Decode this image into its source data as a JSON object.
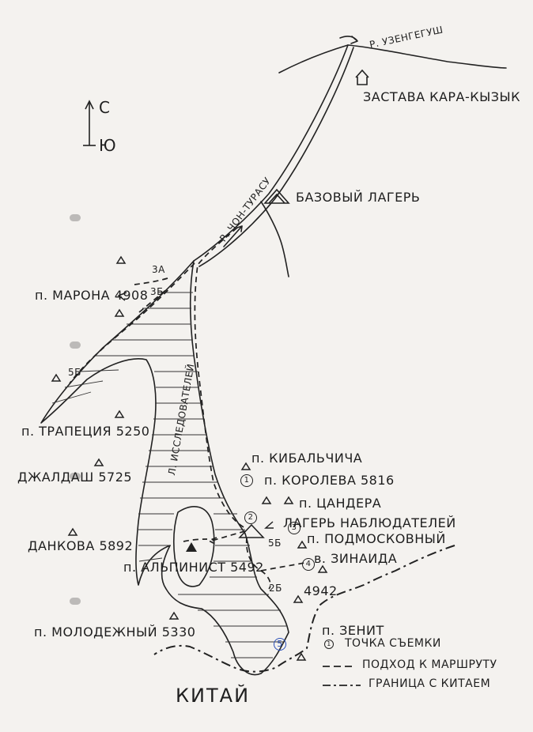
{
  "compass": {
    "north": "С",
    "south": "Ю"
  },
  "rivers": {
    "uzengegush": "р. Узенгегуш",
    "chon_turasu": "р. Чон-Турасу"
  },
  "glacier": {
    "label": "л. Исследователей"
  },
  "places": {
    "zastava": "ЗАСТАВА КАРА-КЫЗЫК",
    "base_camp": "БАЗОВЫЙ ЛАГЕРЬ",
    "observer_camp": "ЛАГЕРЬ НАБЛЮДАТЕЛЕЙ",
    "china": "КИТАЙ"
  },
  "peaks": {
    "marona": "п. МАРОНА 4908",
    "trapeciya": "п. ТРАПЕЦИЯ 5250",
    "dzhaldash": "ДЖАЛДАШ 5725",
    "dankova": "ДАНКОВА 5892",
    "alpinist": "п. АЛЬПИНИСТ 5492",
    "molodezhny": "п. МОЛОДЕЖНЫЙ 5330",
    "kibalchicha": "п. КИБАЛЬЧИЧА",
    "koroleva": "п. КОРОЛЕВА 5816",
    "candera": "п. ЦАНДЕРА",
    "podmoskovny": "п. ПОДМОСКОВНЫЙ",
    "zinaida": "в. ЗИНАИДА",
    "p4942": "4942",
    "zenit": "п. ЗЕНИТ"
  },
  "grades": {
    "g34": "3А",
    "g3b": "3Б",
    "g5b_left": "5Б",
    "g5b_camp": "5Б",
    "g2b": "2Б"
  },
  "photo_points": [
    "1",
    "2",
    "3",
    "4",
    "5"
  ],
  "legend": {
    "photo_point": "ТОЧКА СЪЕМКИ",
    "approach": "ПОДХОД К МАРШРУТУ",
    "border": "ГРАНИЦА С КИТАЕМ"
  },
  "colors": {
    "ink": "#222222",
    "paper": "#f4f2ef",
    "photo_point_5": "#2a4fb8"
  }
}
